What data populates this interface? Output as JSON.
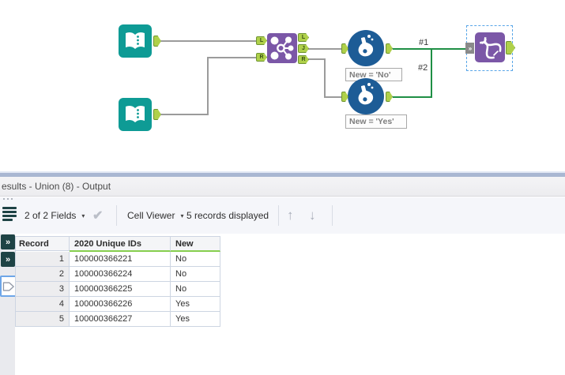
{
  "canvas": {
    "annotation_formula1": "New = 'No'",
    "annotation_formula2": "New = 'Yes'",
    "wire_label_1": "#1",
    "wire_label_2": "#2",
    "join_anchors": {
      "in_l": "L",
      "in_r": "R",
      "out_l": "L",
      "out_j": "J",
      "out_r": "R"
    }
  },
  "results": {
    "title": "esults - Union (8) - Output",
    "toolbar": {
      "fields_selector_label": "2 of 2 Fields",
      "cell_viewer_label": "Cell Viewer",
      "records_displayed_label": "5 records displayed"
    },
    "table": {
      "columns": [
        "Record",
        "2020 Unique IDs",
        "New"
      ],
      "rows": [
        {
          "record": "1",
          "id": "100000366221",
          "new": "No"
        },
        {
          "record": "2",
          "id": "100000366224",
          "new": "No"
        },
        {
          "record": "3",
          "id": "100000366225",
          "new": "No"
        },
        {
          "record": "4",
          "id": "100000366226",
          "new": "Yes"
        },
        {
          "record": "5",
          "id": "100000366227",
          "new": "Yes"
        }
      ]
    }
  },
  "icons": {
    "caret_down": "▾",
    "check": "✔",
    "arrow_up": "↑",
    "arrow_down": "↓",
    "double_chevron": "»"
  },
  "colors": {
    "input_tool_teal": "#0E9B95",
    "join_union_purple": "#7B57A7",
    "formula_blue": "#1D5C96",
    "anchor_green": "#AFD04A",
    "wire_gray": "#9B9B9B",
    "wire_green": "#1F8F45",
    "selection_blue": "#58A6E8",
    "header_underline_green": "#86CE4E"
  }
}
